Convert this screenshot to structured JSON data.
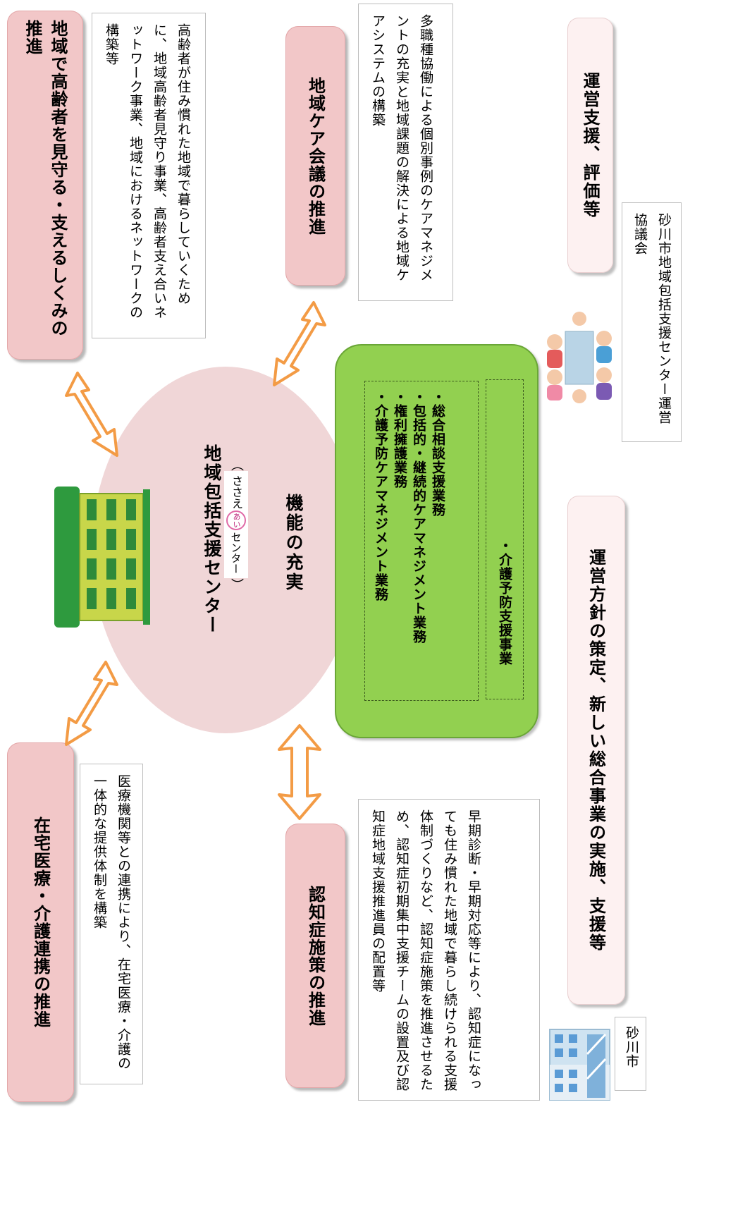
{
  "center": {
    "title": "地域包括支援センター",
    "nickname_open": "（",
    "nickname_prefix": "ささえ",
    "nickname_logo": "あい",
    "nickname_suffix": "センター",
    "nickname_close": "）",
    "subtitle": "機能の充実"
  },
  "left_top": {
    "title": "地域で高齢者を見守る・支えるしくみの推進",
    "desc": "高齢者が住み慣れた地域で暮らしていくために、地域高齢者見守り事業、高齢者支え合いネットワーク事業、地域におけるネットワークの構築等"
  },
  "left_bottom": {
    "title": "在宅医療・介護連携の推進",
    "desc": "医療機関等との連携により、在宅医療・介護の一体的な提供体制を構築"
  },
  "mid_top": {
    "title": "地域ケア会議の推進",
    "desc": "多職種協働による個別事例のケアマネジメントの充実と地域課題の解決による地域ケアシステムの構築"
  },
  "mid_bottom": {
    "title": "認知症施策の推進",
    "desc": "早期診断・早期対応等により、認知症になっても住み慣れた地域で暮らし続けられる支援体制づくりなど、認知症施策を推進させるため、認知症初期集中支援チームの設置及び認知症地域支援推進員の配置等"
  },
  "green": {
    "items": [
      "・総合相談支援業務",
      "・包括的・継続的ケアマネジメント業務",
      "・権利擁護業務",
      "・介護予防ケアマネジメント業務"
    ],
    "item2": "・介護予防支援事業"
  },
  "right_top": {
    "title": "運営支援、評価等",
    "label": "砂川市地域包括支援センター運営協議会"
  },
  "right_bottom": {
    "title": "運営方針の策定、新しい総合事業の実施、支援等",
    "label": "砂川市"
  },
  "colors": {
    "pink": "#f2c7c8",
    "green": "#92d050",
    "arrow": "#f39b45",
    "ellipse": "#f0d6d7"
  }
}
